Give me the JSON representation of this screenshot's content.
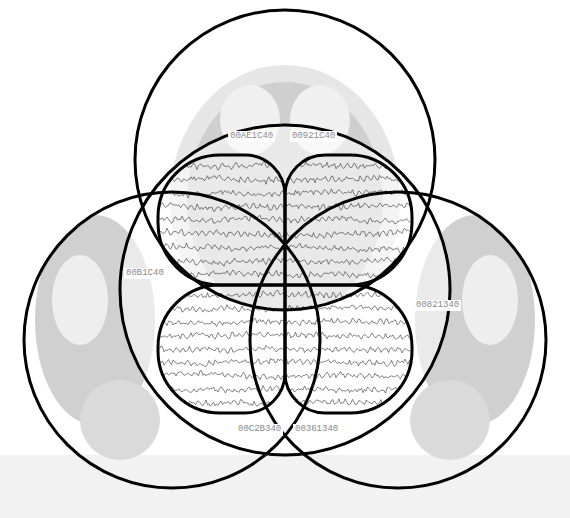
{
  "diagram": {
    "labels": [
      "00AE1C40",
      "00921C40",
      "00B1C40",
      "00C2B340",
      "00361340",
      "00821340"
    ]
  }
}
